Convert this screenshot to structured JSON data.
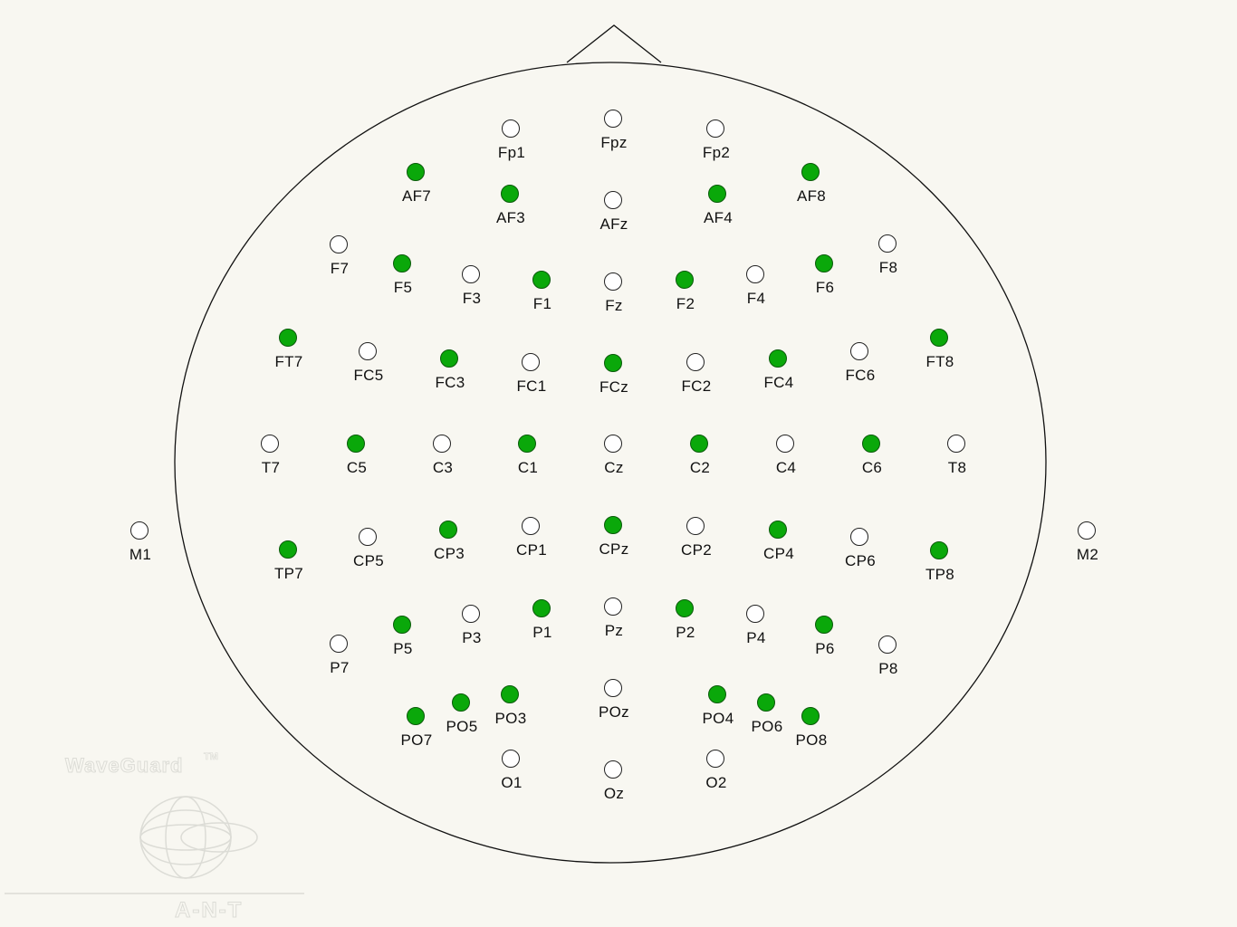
{
  "electrodes": [
    {
      "label": "Fp1",
      "active": false
    },
    {
      "label": "Fpz",
      "active": false
    },
    {
      "label": "Fp2",
      "active": false
    },
    {
      "label": "AF7",
      "active": true
    },
    {
      "label": "AF3",
      "active": true
    },
    {
      "label": "AFz",
      "active": false
    },
    {
      "label": "AF4",
      "active": true
    },
    {
      "label": "AF8",
      "active": true
    },
    {
      "label": "F7",
      "active": false
    },
    {
      "label": "F5",
      "active": true
    },
    {
      "label": "F3",
      "active": false
    },
    {
      "label": "F1",
      "active": true
    },
    {
      "label": "Fz",
      "active": false
    },
    {
      "label": "F2",
      "active": true
    },
    {
      "label": "F4",
      "active": false
    },
    {
      "label": "F6",
      "active": true
    },
    {
      "label": "F8",
      "active": false
    },
    {
      "label": "FT7",
      "active": true
    },
    {
      "label": "FC5",
      "active": false
    },
    {
      "label": "FC3",
      "active": true
    },
    {
      "label": "FC1",
      "active": false
    },
    {
      "label": "FCz",
      "active": true
    },
    {
      "label": "FC2",
      "active": false
    },
    {
      "label": "FC4",
      "active": true
    },
    {
      "label": "FC6",
      "active": false
    },
    {
      "label": "FT8",
      "active": true
    },
    {
      "label": "T7",
      "active": false
    },
    {
      "label": "C5",
      "active": true
    },
    {
      "label": "C3",
      "active": false
    },
    {
      "label": "C1",
      "active": true
    },
    {
      "label": "Cz",
      "active": false
    },
    {
      "label": "C2",
      "active": true
    },
    {
      "label": "C4",
      "active": false
    },
    {
      "label": "C6",
      "active": true
    },
    {
      "label": "T8",
      "active": false
    },
    {
      "label": "M1",
      "active": false
    },
    {
      "label": "M2",
      "active": false
    },
    {
      "label": "TP7",
      "active": true
    },
    {
      "label": "CP5",
      "active": false
    },
    {
      "label": "CP3",
      "active": true
    },
    {
      "label": "CP1",
      "active": false
    },
    {
      "label": "CPz",
      "active": true
    },
    {
      "label": "CP2",
      "active": false
    },
    {
      "label": "CP4",
      "active": true
    },
    {
      "label": "CP6",
      "active": false
    },
    {
      "label": "TP8",
      "active": true
    },
    {
      "label": "P7",
      "active": false
    },
    {
      "label": "P5",
      "active": true
    },
    {
      "label": "P3",
      "active": false
    },
    {
      "label": "P1",
      "active": true
    },
    {
      "label": "Pz",
      "active": false
    },
    {
      "label": "P2",
      "active": true
    },
    {
      "label": "P4",
      "active": false
    },
    {
      "label": "P6",
      "active": true
    },
    {
      "label": "P8",
      "active": false
    },
    {
      "label": "PO7",
      "active": true
    },
    {
      "label": "PO5",
      "active": true
    },
    {
      "label": "PO3",
      "active": true
    },
    {
      "label": "POz",
      "active": false
    },
    {
      "label": "PO4",
      "active": true
    },
    {
      "label": "PO6",
      "active": true
    },
    {
      "label": "PO8",
      "active": true
    },
    {
      "label": "O1",
      "active": false
    },
    {
      "label": "Oz",
      "active": false
    },
    {
      "label": "O2",
      "active": false
    }
  ],
  "colors": {
    "active": "#0aa80a",
    "inactive": "#ffffff",
    "background": "#f8f7f1"
  },
  "watermark": {
    "brand": "WaveGuard",
    "tm": "TM",
    "company": "A-N-T"
  }
}
